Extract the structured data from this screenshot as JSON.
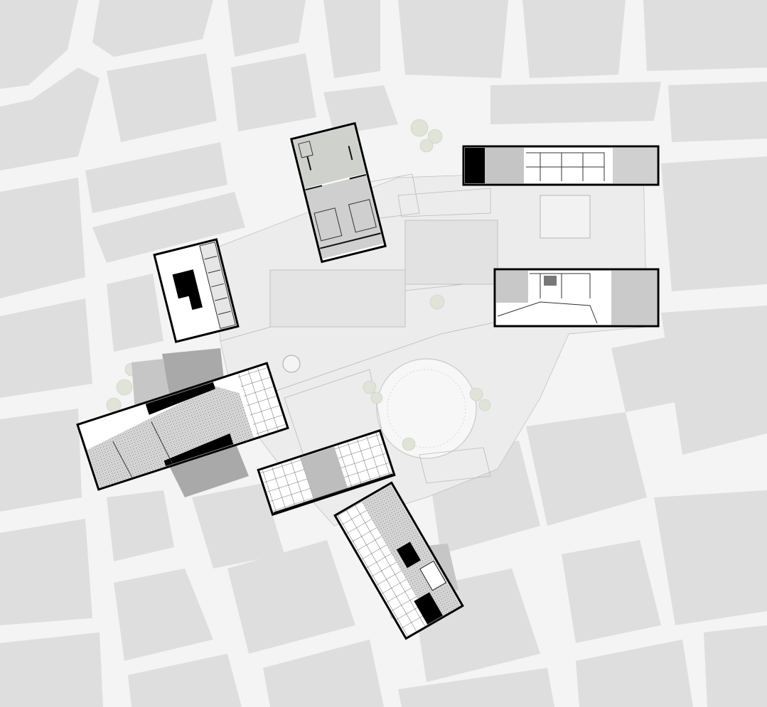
{
  "map": {
    "colors": {
      "background": "#f4f4f4",
      "city_block": "#dedede",
      "site_plan": "#ececec",
      "inset_frame": "#000000",
      "greenery": "#dfe3d8"
    },
    "insets": [
      {
        "name": "inset-north-courtyard"
      },
      {
        "name": "inset-northeast-strip"
      },
      {
        "name": "inset-east-wing"
      },
      {
        "name": "inset-west-building"
      },
      {
        "name": "inset-southwest-strip"
      },
      {
        "name": "inset-south-middle"
      },
      {
        "name": "inset-south-lower"
      }
    ]
  }
}
